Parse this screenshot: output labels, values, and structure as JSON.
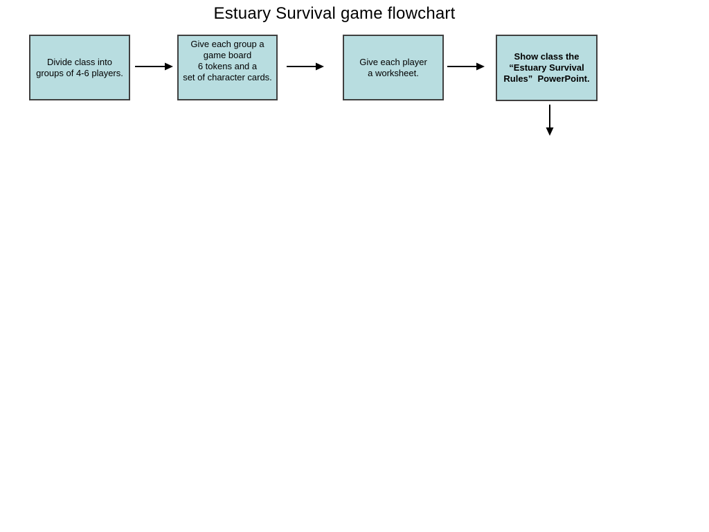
{
  "title": "Estuary Survival game flowchart",
  "flowchart": {
    "steps": [
      {
        "name": "divide-class",
        "text": "Divide class into\ngroups of 4-6 players.",
        "bold": false
      },
      {
        "name": "give-group-materials",
        "text": "Give each group a\ngame board\n6 tokens and a\nset of character cards.",
        "bold": false
      },
      {
        "name": "give-player-worksheet",
        "text": "Give each player\na worksheet.",
        "bold": false
      },
      {
        "name": "show-powerpoint",
        "text": "Show class the\n“Estuary Survival\nRules”  PowerPoint.",
        "bold": true
      }
    ],
    "colors": {
      "box_fill": "#b8dde0",
      "box_border": "#3f3f3f",
      "arrow": "#000000",
      "text": "#000000"
    }
  }
}
